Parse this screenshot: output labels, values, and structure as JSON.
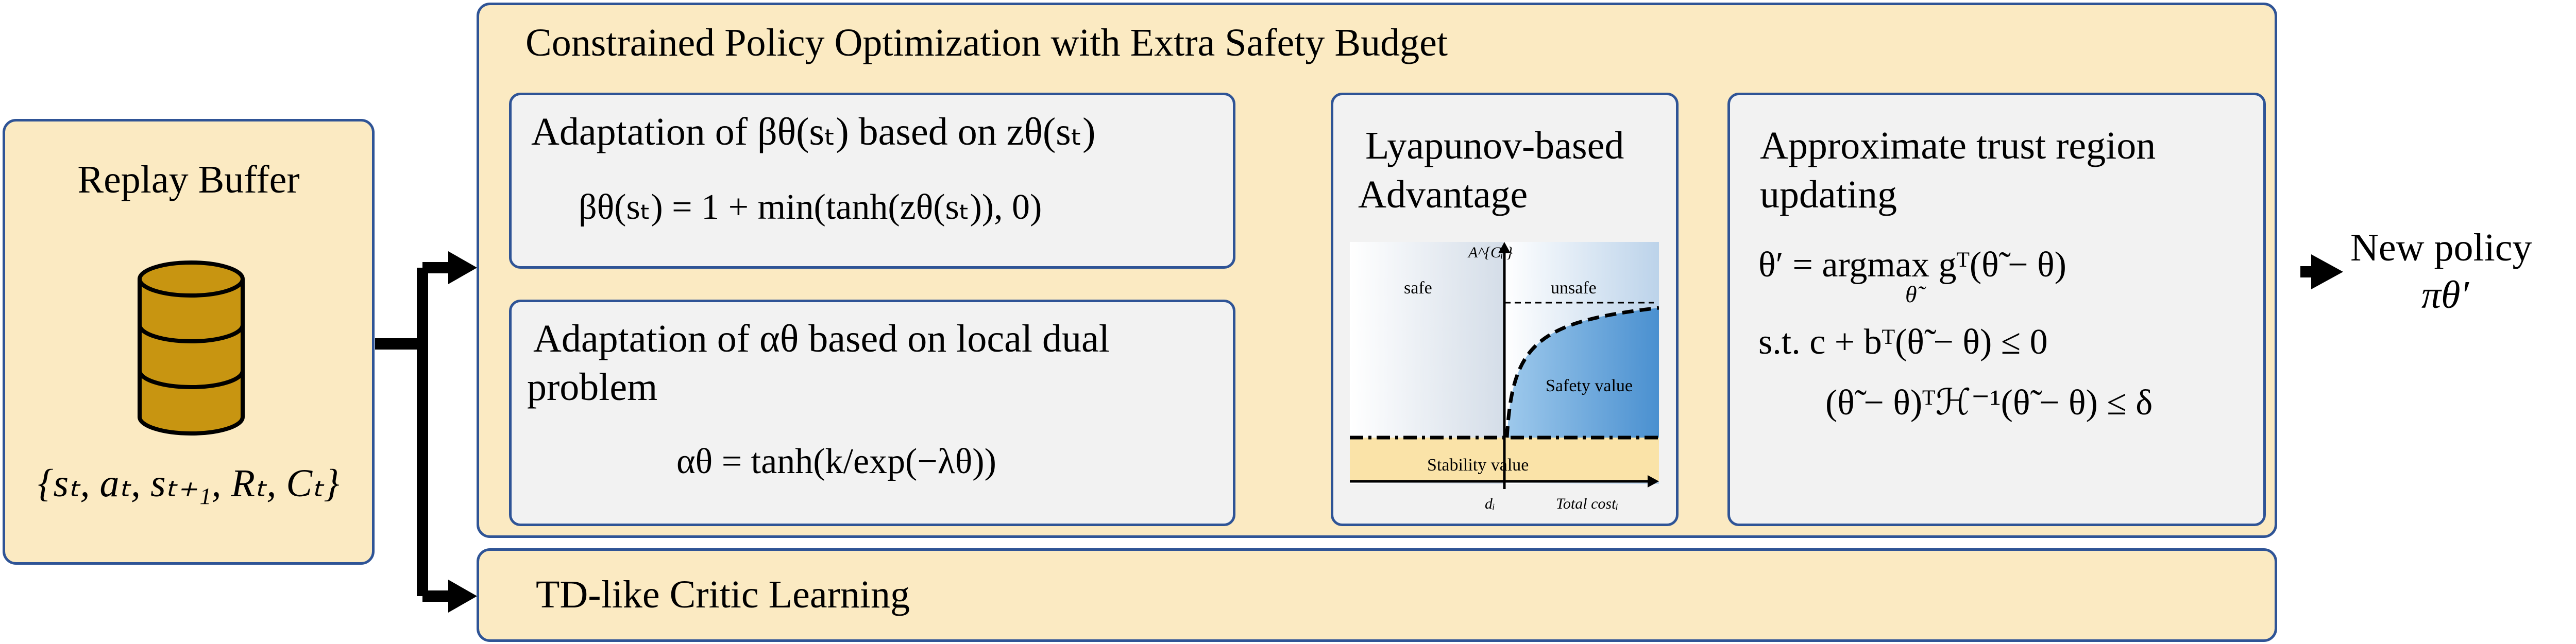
{
  "replay": {
    "title": "Replay Buffer",
    "tuple": "{sₜ, aₜ, sₜ₊₁, Rₜ, Cₜ}"
  },
  "cpo": {
    "title": "Constrained Policy Optimization with Extra Safety Budget"
  },
  "beta": {
    "title": "Adaptation of βθ(sₜ) based on zθ(sₜ)",
    "equation": "βθ(sₜ) = 1 + min(tanh(zθ(sₜ)), 0)"
  },
  "alpha": {
    "title_line1": "Adaptation of αθ based on local dual",
    "title_line2": "problem",
    "equation": "αθ = tanh(k/exp(−λθ))"
  },
  "lyap": {
    "title_line1": "Lyapunov-based",
    "title_line2": "Advantage",
    "plot": {
      "y_axis": "A^{Cᵢ'}",
      "x_axis": "Total costᵢ",
      "threshold": "dᵢ",
      "safe": "safe",
      "unsafe": "unsafe",
      "safety_value": "Safety value",
      "stability_value": "Stability value"
    }
  },
  "trust": {
    "title_line1": "Approximate trust region",
    "title_line2": "updating",
    "eq1": "θ′ = argmax gᵀ(θ̃ − θ)",
    "eq1_sub": "θ̃",
    "eq2": "s.t.  c + bᵀ(θ̃ − θ) ≤ 0",
    "eq3": "(θ̃ − θ)ᵀℋ⁻¹(θ̃ − θ) ≤ δ"
  },
  "critic": {
    "title": "TD-like Critic Learning"
  },
  "output": {
    "line1": "New policy",
    "line2": "πθ′"
  },
  "colors": {
    "cream": "#fbeac2",
    "gray": "#f2f2f2",
    "border": "#2f5496",
    "database": "#c89511"
  }
}
